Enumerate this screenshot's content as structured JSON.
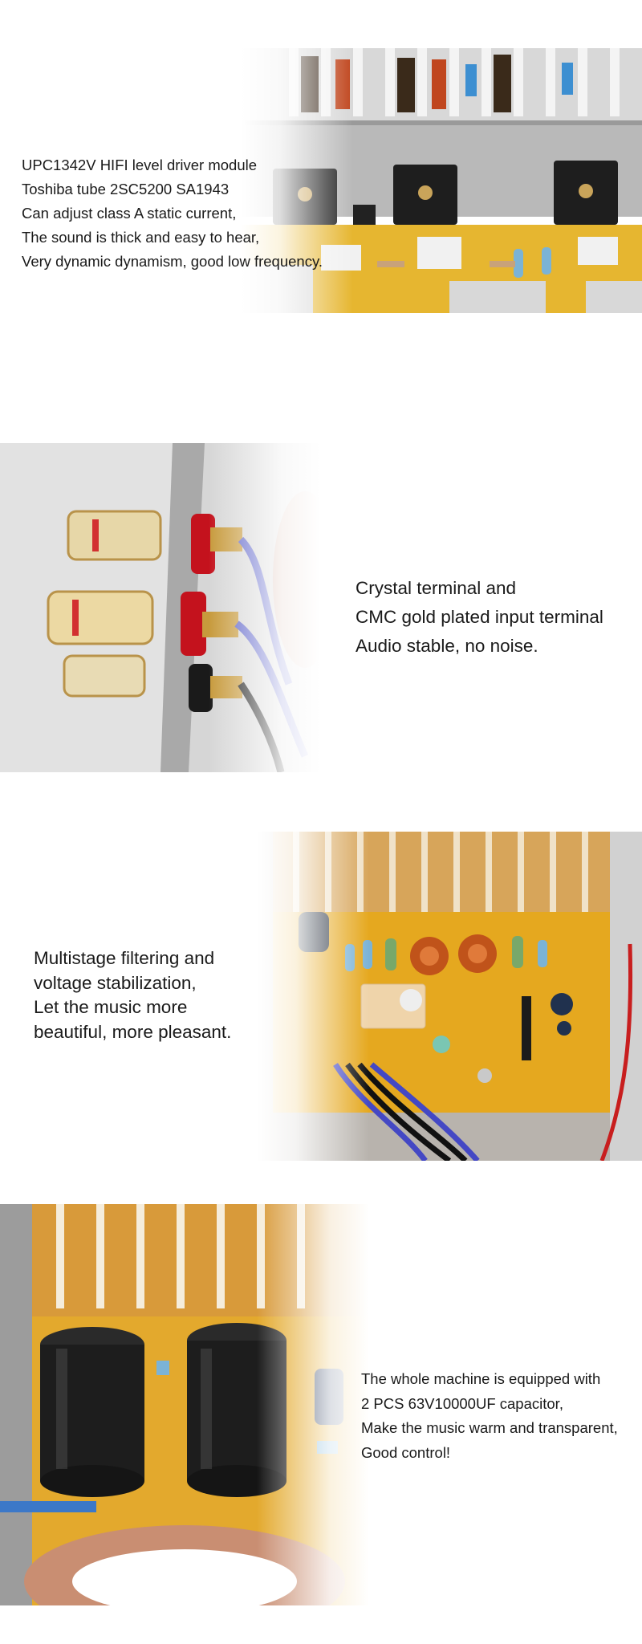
{
  "sections": [
    {
      "lines": [
        "UPC1342V HIFI level driver module",
        "Toshiba tube 2SC5200 SA1943",
        "Can adjust class A static current,",
        "The sound is thick and easy to hear,",
        "Very dynamic dynamism, good low frequency."
      ]
    },
    {
      "lines": [
        "Crystal terminal and",
        "CMC gold plated input terminal",
        "Audio stable, no noise."
      ]
    },
    {
      "lines": [
        "Multistage filtering and",
        "voltage stabilization,",
        "Let the music more",
        "beautiful, more pleasant."
      ]
    },
    {
      "lines": [
        "The whole machine is equipped with",
        "2 PCS 63V10000UF capacitor,",
        "Make the music warm and transparent,",
        "Good control!"
      ]
    }
  ]
}
